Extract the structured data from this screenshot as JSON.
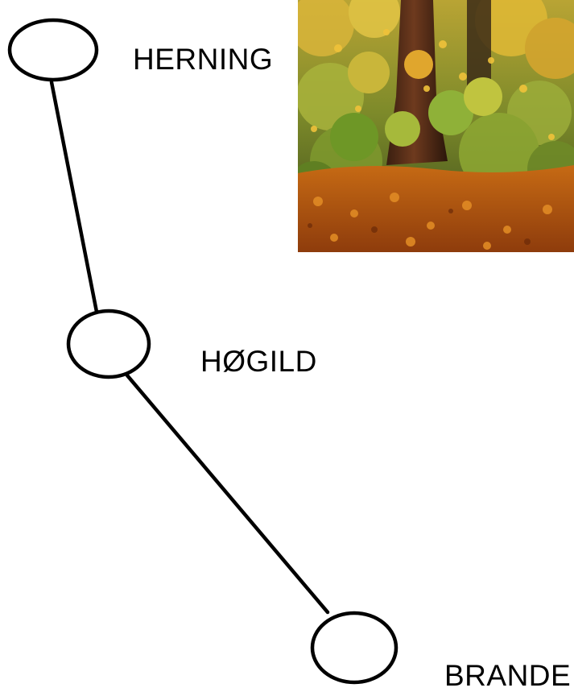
{
  "stations": [
    {
      "id": "herning",
      "name": "HERNING"
    },
    {
      "id": "hogild",
      "name": "HØGILD"
    },
    {
      "id": "brande",
      "name": "BRANDE"
    }
  ],
  "photo": {
    "subject": "autumn forest with tree trunk, yellow and green leaves, orange fallen leaves on ground"
  },
  "colors": {
    "line": "#000000",
    "node_fill": "#ffffff",
    "label": "#000000"
  }
}
